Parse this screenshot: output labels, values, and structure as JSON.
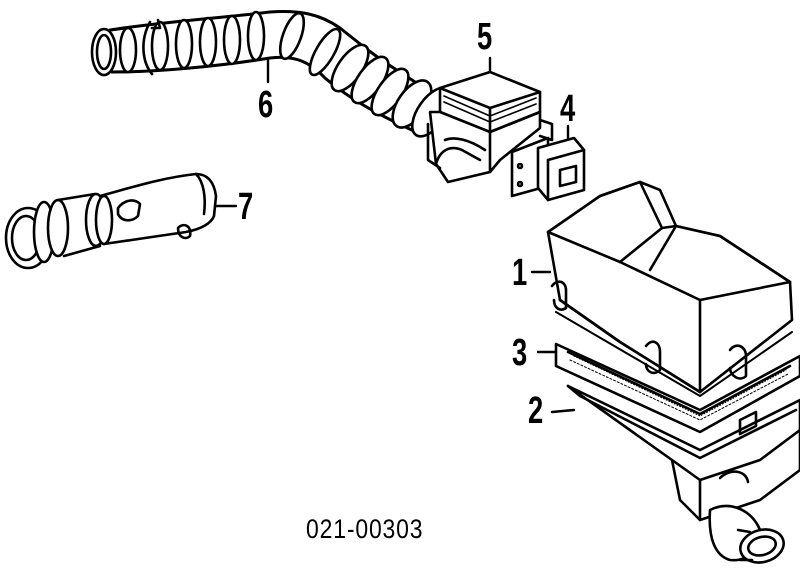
{
  "diagram": {
    "callouts": [
      {
        "id": "1",
        "label": "1"
      },
      {
        "id": "2",
        "label": "2"
      },
      {
        "id": "3",
        "label": "3"
      },
      {
        "id": "4",
        "label": "4"
      },
      {
        "id": "5",
        "label": "5"
      },
      {
        "id": "6",
        "label": "6"
      },
      {
        "id": "7",
        "label": "7"
      }
    ],
    "part_number": "021-00303"
  }
}
